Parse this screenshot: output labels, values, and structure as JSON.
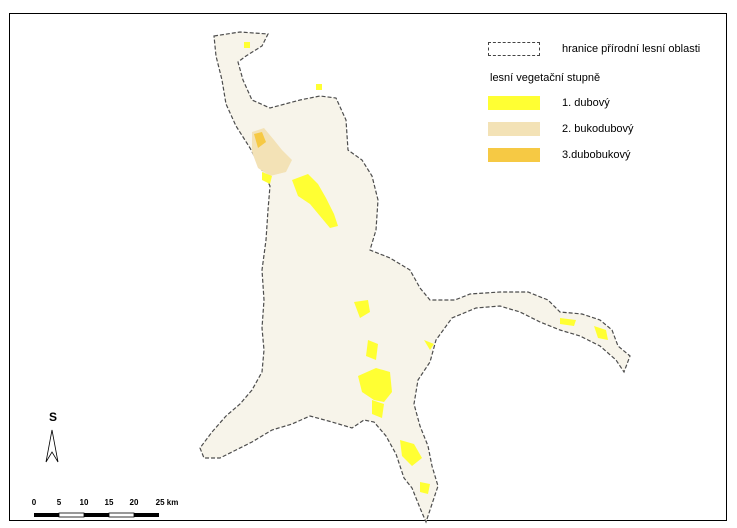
{
  "legend": {
    "boundary_label": "hranice přírodní lesní oblasti",
    "group_title": "lesní vegetační stupně",
    "items": [
      {
        "label": "1. dubový",
        "color": "#ffff33"
      },
      {
        "label": "2. bukodubový",
        "color": "#f3e2b6"
      },
      {
        "label": "3.dubobukový",
        "color": "#f6c944"
      }
    ]
  },
  "north_arrow": {
    "label": "S"
  },
  "scale_bar": {
    "ticks": [
      "0",
      "5",
      "10",
      "15",
      "20",
      "25 km"
    ]
  }
}
